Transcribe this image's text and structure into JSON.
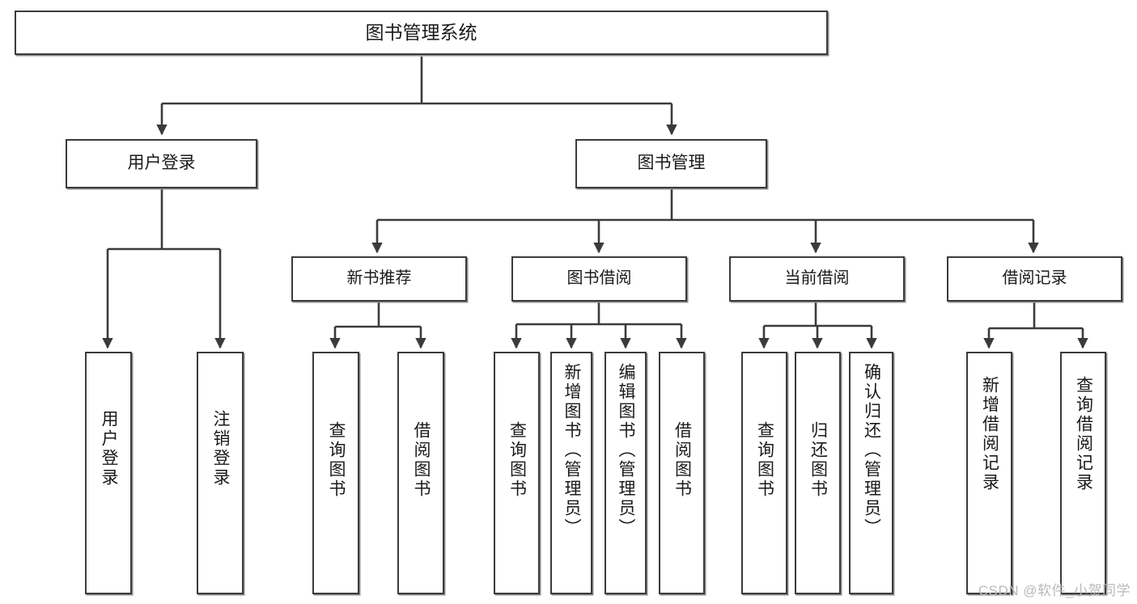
{
  "diagram": {
    "title": "图书管理系统",
    "watermark": "CSDN @软件_小贺同学",
    "stroke_color": "#3b3b3b",
    "fill_color": "#ffffff",
    "background_color": "#ffffff",
    "type": "tree-hierarchy-diagram",
    "root": {
      "label": "图书管理系统"
    },
    "level1": [
      {
        "label": "用户登录"
      },
      {
        "label": "图书管理"
      }
    ],
    "level2": [
      {
        "label": "新书推荐"
      },
      {
        "label": "图书借阅"
      },
      {
        "label": "当前借阅"
      },
      {
        "label": "借阅记录"
      }
    ],
    "leaves": {
      "user_login": [
        {
          "label": "用户登录"
        },
        {
          "label": "注销登录"
        }
      ],
      "new_book_recommend": [
        {
          "label": "查询图书"
        },
        {
          "label": "借阅图书"
        }
      ],
      "book_borrow": [
        {
          "label": "查询图书"
        },
        {
          "label": "新增图书（管理员）"
        },
        {
          "label": "编辑图书（管理员）"
        },
        {
          "label": "借阅图书"
        }
      ],
      "current_borrow": [
        {
          "label": "查询图书"
        },
        {
          "label": "归还图书"
        },
        {
          "label": "确认归还（管理员）"
        }
      ],
      "borrow_record": [
        {
          "label": "新增借阅记录"
        },
        {
          "label": "查询借阅记录"
        }
      ]
    }
  }
}
